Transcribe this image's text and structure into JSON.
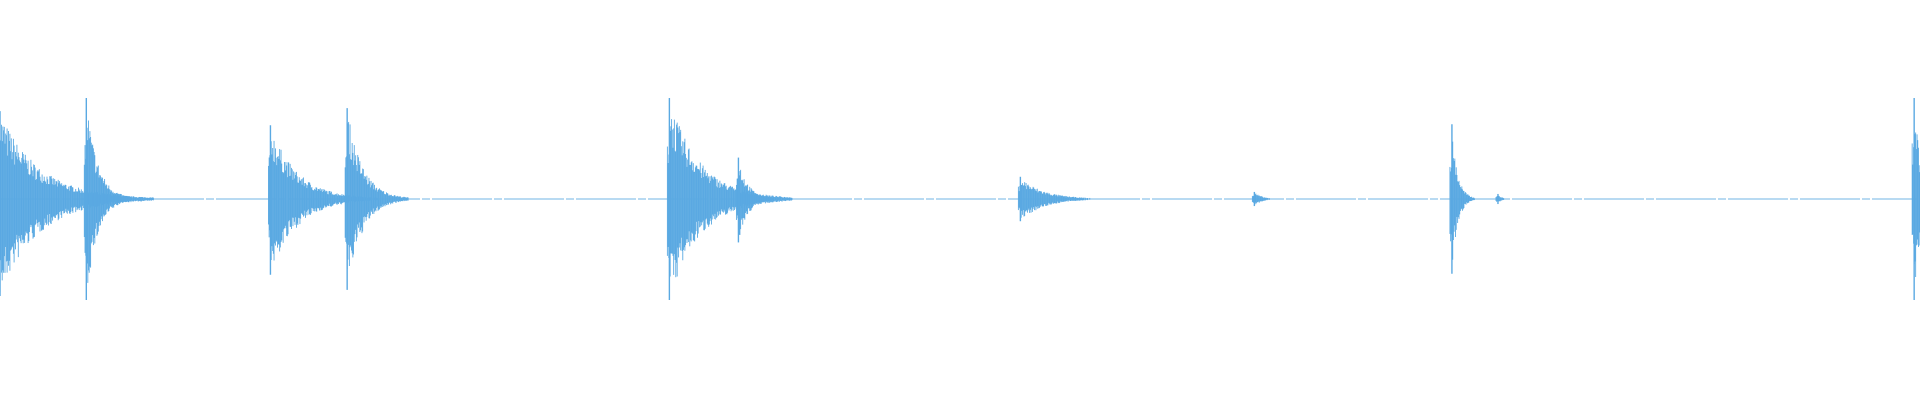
{
  "colors": {
    "background": "#ffffff",
    "waveform": "#5aa9e2"
  },
  "chart_data": {
    "type": "area",
    "x_range": [
      0,
      1
    ],
    "y_range": [
      -1,
      1
    ],
    "grid": false,
    "legend": "none",
    "transients": [
      {
        "x": 0.0,
        "peak_pos": 0.87,
        "peak_neg": -0.96,
        "decay": 0.02
      },
      {
        "x": 0.045,
        "peak_pos": 1.0,
        "peak_neg": -1.0,
        "decay": 0.006
      },
      {
        "x": 0.141,
        "peak_pos": 0.73,
        "peak_neg": -0.75,
        "decay": 0.014
      },
      {
        "x": 0.181,
        "peak_pos": 0.9,
        "peak_neg": -0.9,
        "decay": 0.008
      },
      {
        "x": 0.349,
        "peak_pos": 1.0,
        "peak_neg": -1.0,
        "decay": 0.016
      },
      {
        "x": 0.385,
        "peak_pos": 0.41,
        "peak_neg": -0.43,
        "decay": 0.005
      },
      {
        "x": 0.532,
        "peak_pos": 0.22,
        "peak_neg": -0.22,
        "decay": 0.012
      },
      {
        "x": 0.654,
        "peak_pos": 0.07,
        "peak_neg": -0.07,
        "decay": 0.004
      },
      {
        "x": 0.757,
        "peak_pos": 0.74,
        "peak_neg": -0.74,
        "decay": 0.003
      },
      {
        "x": 0.781,
        "peak_pos": 0.05,
        "peak_neg": -0.05,
        "decay": 0.002
      },
      {
        "x": 0.998,
        "peak_pos": 1.0,
        "peak_neg": -1.0,
        "decay": 0.004
      }
    ]
  }
}
